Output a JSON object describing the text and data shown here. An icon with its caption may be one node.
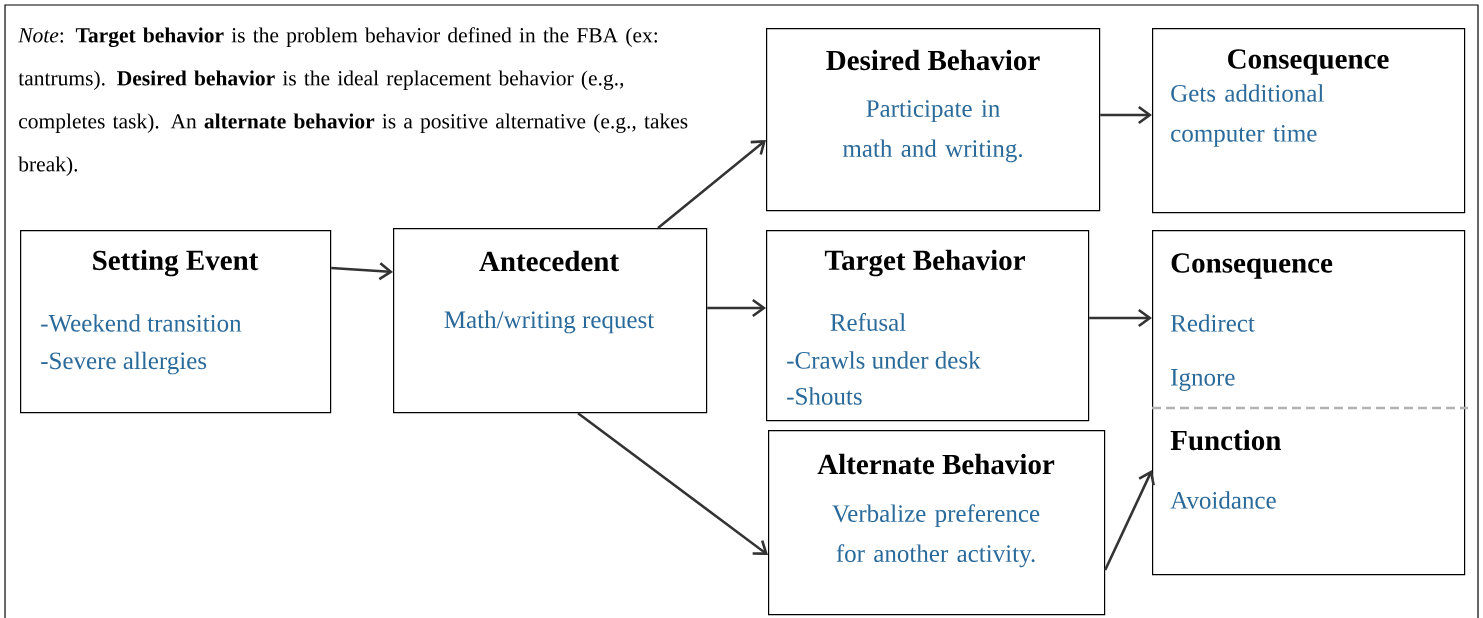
{
  "diagram": {
    "nodes": [
      {
        "text": [
          "Setting Event",
          "-Weekend transition",
          "-Severe allergies"
        ]
      },
      {
        "text": [
          "Antecedent",
          "Math/writing request"
        ]
      },
      {
        "text": [
          "Desired Behavior",
          "Participate in math and writing."
        ]
      },
      {
        "text": [
          "Consequence",
          "Gets additional computer time"
        ]
      },
      {
        "text": [
          "Target Behavior",
          "Refusal",
          "-Crawls under desk",
          "-Shouts"
        ]
      },
      {
        "text": [
          "Alternate Behavior",
          "Verbalize preference for another activity."
        ]
      },
      {
        "text": [
          "Consequence",
          "Redirect",
          "Ignore",
          "Function",
          "Avoidance"
        ]
      }
    ],
    "edges": [
      {
        "from": 0,
        "to": 1,
        "arrow": "to"
      },
      {
        "from": 1,
        "to": 2,
        "arrow": "to"
      },
      {
        "from": 1,
        "to": 4,
        "arrow": "to"
      },
      {
        "from": 1,
        "to": 5,
        "arrow": "to"
      },
      {
        "from": 2,
        "to": 3,
        "arrow": "to"
      },
      {
        "from": 4,
        "to": 6,
        "arrow": "to"
      },
      {
        "from": 5,
        "to": 6,
        "arrow": "to"
      }
    ],
    "labels": [
      "*Note*: **Target behavior** is the problem behavior defined in the FBA (ex: tantrums). **Desired behavior** is the ideal replacement behavior (e.g., completes task). An **alternate behavior** is a positive alternative (e.g., takes break)."
    ]
  }
}
